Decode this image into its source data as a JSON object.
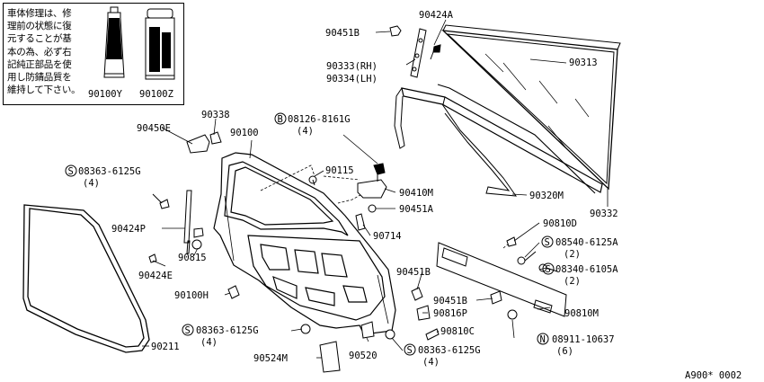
{
  "note": {
    "text_lines": [
      "車体修理は、修",
      "理前の状態に復",
      "元することが基",
      "本の為、必ず右",
      "記純正部品を使",
      "用し防錆品質を",
      "維持して下さい。"
    ],
    "products": [
      "90100Y",
      "90100Z"
    ]
  },
  "parts": {
    "p90451B_top": "90451B",
    "p90424A": "90424A",
    "p90313": "90313",
    "p90333": "90333(RH)",
    "p90334": "90334(LH)",
    "p90338": "90338",
    "p08126": "08126-8161G",
    "p08126_qty": "(4)",
    "p90450E": "90450E",
    "p90100": "90100",
    "p08363_a": "08363-6125G",
    "p08363_a_qty": "(4)",
    "p90115": "90115",
    "p90410M": "90410M",
    "p90451A": "90451A",
    "p90320M": "90320M",
    "p90332": "90332",
    "p90810D": "90810D",
    "p90424P": "90424P",
    "p90714": "90714",
    "p08540": "08540-6125A",
    "p08540_qty": "(2)",
    "p90815": "90815",
    "p08340": "08340-6105A",
    "p08340_qty": "(2)",
    "p90424E": "90424E",
    "p90451B_mid": "90451B",
    "p90100H": "90100H",
    "p90451B_low": "90451B",
    "p90816P": "90816P",
    "p90810M": "90810M",
    "p08363_b": "08363-6125G",
    "p08363_b_qty": "(4)",
    "p90810C": "90810C",
    "p08911": "08911-10637",
    "p08911_qty": "(6)",
    "p90211": "90211",
    "p08363_c": "08363-6125G",
    "p08363_c_qty": "(4)",
    "p90524M": "90524M",
    "p90520": "90520",
    "ref": "A900* 0002"
  },
  "prefix_marks": {
    "S": "S",
    "B": "B",
    "N": "N"
  }
}
